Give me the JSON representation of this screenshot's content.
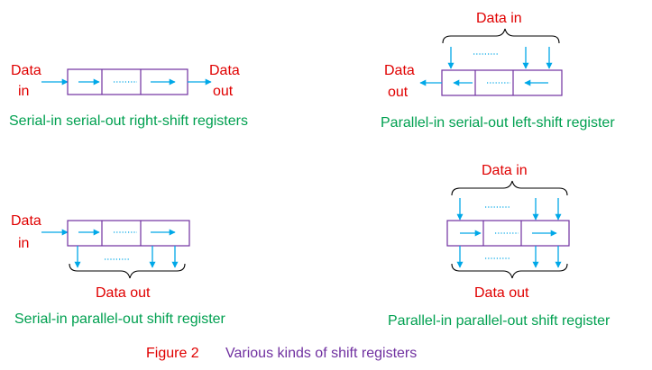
{
  "colors": {
    "label_red": "#e00000",
    "caption_green": "#00a050",
    "register_purple": "#7030a0",
    "arrow_blue": "#00a8e8"
  },
  "diagrams": [
    {
      "caption": "Serial-in serial-out right-shift registers",
      "input_label_line1": "Data",
      "input_label_line2": "in",
      "output_label_line1": "Data",
      "output_label_line2": "out"
    },
    {
      "caption": "Parallel-in serial-out left-shift register",
      "parallel_input_label": "Data in",
      "output_label_line1": "Data",
      "output_label_line2": "out"
    },
    {
      "caption": "Serial-in parallel-out shift register",
      "input_label_line1": "Data",
      "input_label_line2": "in",
      "parallel_output_label": "Data out"
    },
    {
      "caption": "Parallel-in parallel-out shift register",
      "parallel_input_label": "Data in",
      "parallel_output_label": "Data out"
    }
  ],
  "figure": {
    "number": "Figure 2",
    "title": "Various kinds of shift registers"
  }
}
